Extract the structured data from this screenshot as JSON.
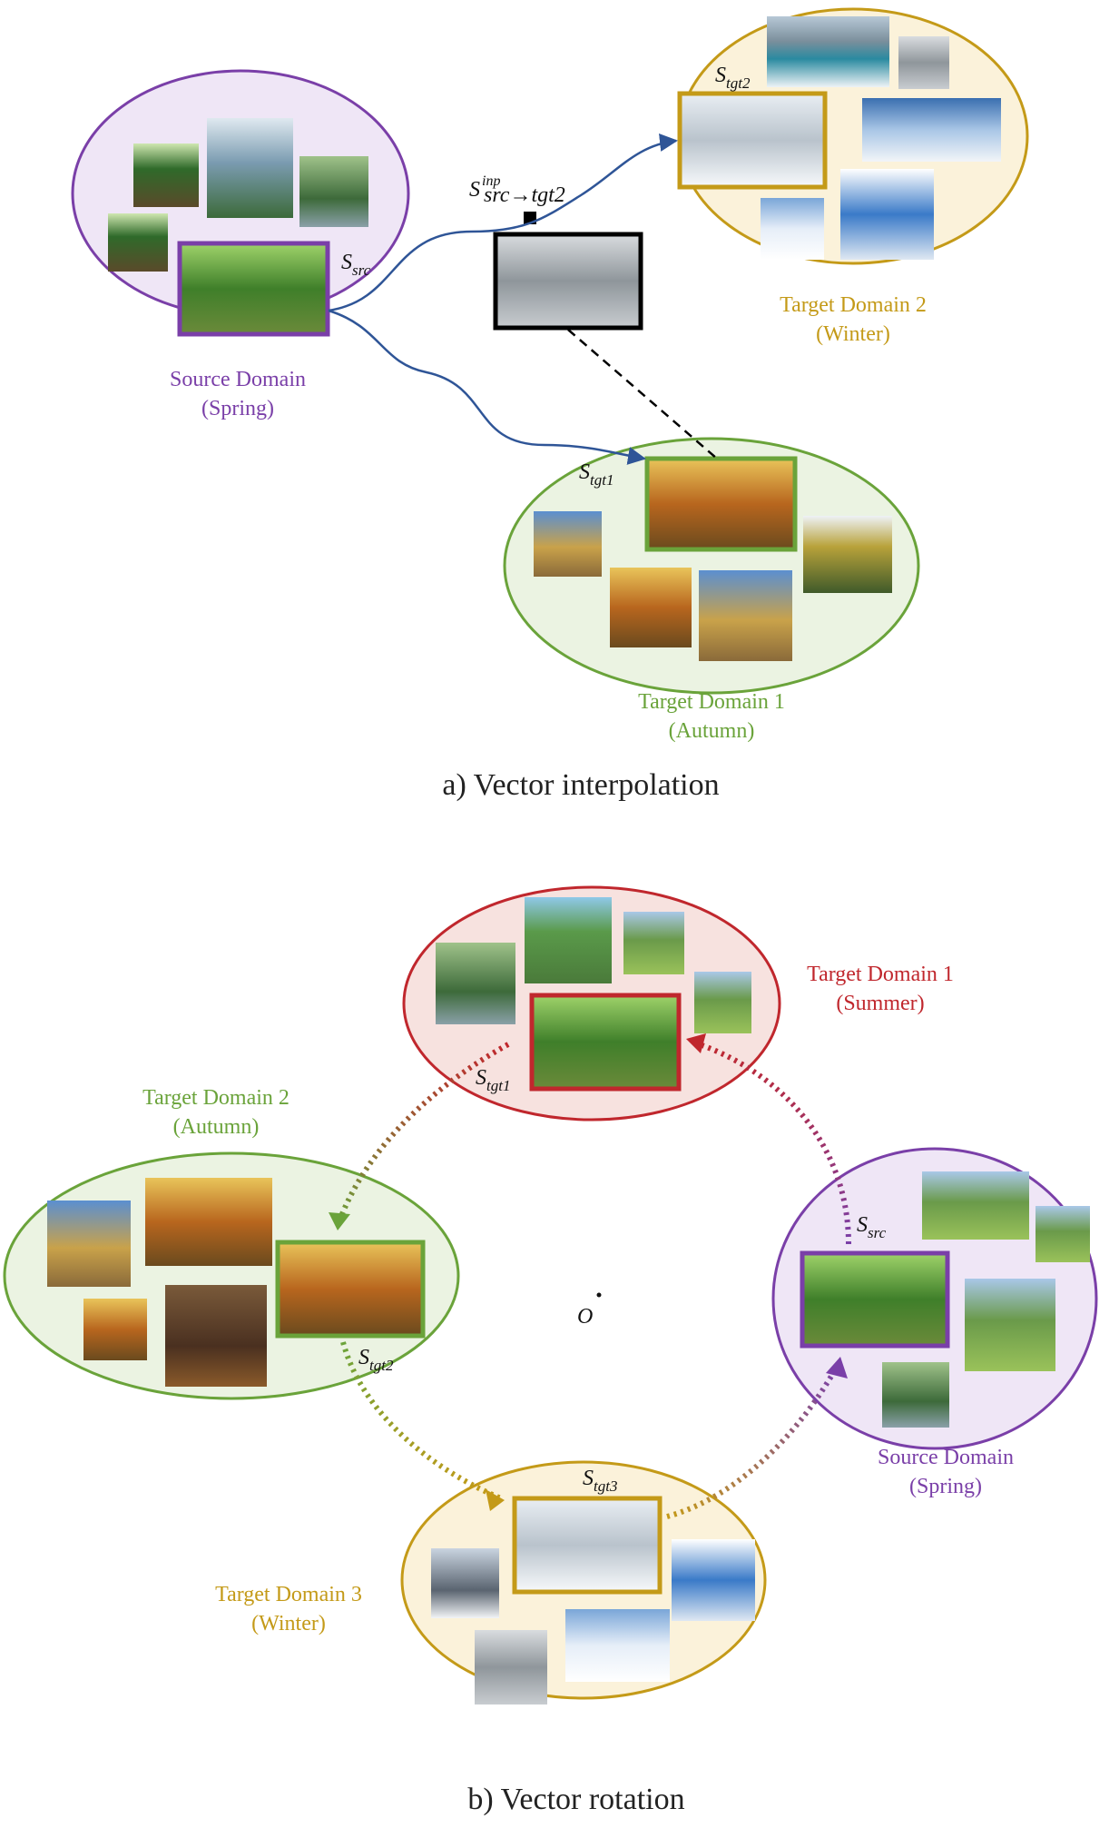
{
  "colors": {
    "purple": "#7a3fa8",
    "purple_fill": "#efe6f6",
    "yellow": "#c49a18",
    "yellow_fill": "#fbf2da",
    "green": "#6aa33a",
    "green_fill": "#ebf3e2",
    "red": "#c0272d",
    "red_fill": "#f7e2df",
    "arrow_blue": "#2f5597"
  },
  "panel_a": {
    "caption": "a) Vector interpolation",
    "source_label": [
      "Source Domain",
      "(Spring)"
    ],
    "target2_label": [
      "Target Domain 2",
      "(Winter)"
    ],
    "target1_label": [
      "Target Domain 1",
      "(Autumn)"
    ],
    "s_src": "S",
    "s_src_sub": "src",
    "s_tgt2": "S",
    "s_tgt2_sub": "tgt2",
    "s_tgt1": "S",
    "s_tgt1_sub": "tgt1",
    "s_inp": "S",
    "s_inp_sup": "inp",
    "s_inp_sub": "src→tgt2"
  },
  "panel_b": {
    "caption": "b) Vector rotation",
    "target1_label": [
      "Target Domain 1",
      "(Summer)"
    ],
    "target2_label": [
      "Target Domain 2",
      "(Autumn)"
    ],
    "target3_label": [
      "Target Domain 3",
      "(Winter)"
    ],
    "source_label": [
      "Source Domain",
      "(Spring)"
    ],
    "origin": "O",
    "s_tgt1": "S",
    "s_tgt1_sub": "tgt1",
    "s_tgt2": "S",
    "s_tgt2_sub": "tgt2",
    "s_tgt3": "S",
    "s_tgt3_sub": "tgt3",
    "s_src": "S",
    "s_src_sub": "src"
  }
}
